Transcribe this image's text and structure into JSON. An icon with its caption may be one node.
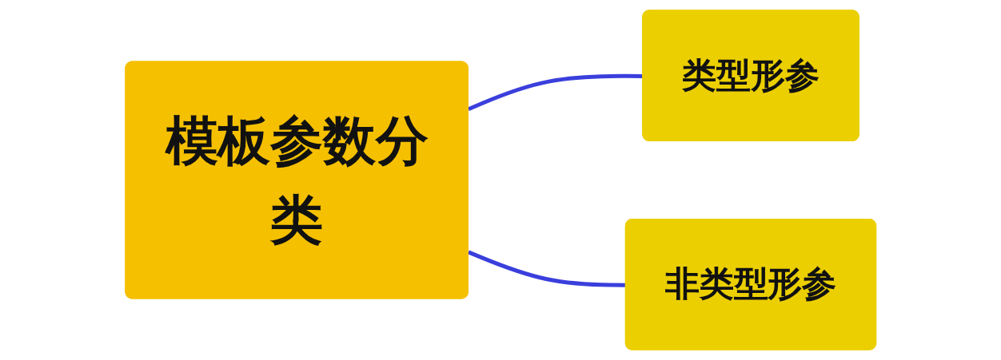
{
  "diagram": {
    "nodes": [
      {
        "text": [
          "模板参数分类"
        ]
      },
      {
        "text": [
          "类型形参"
        ]
      },
      {
        "text": [
          "非类型形参"
        ]
      }
    ],
    "edges": [
      {
        "from": 0,
        "to": 1,
        "arrow": "none"
      },
      {
        "from": 0,
        "to": 2,
        "arrow": "none"
      }
    ]
  }
}
